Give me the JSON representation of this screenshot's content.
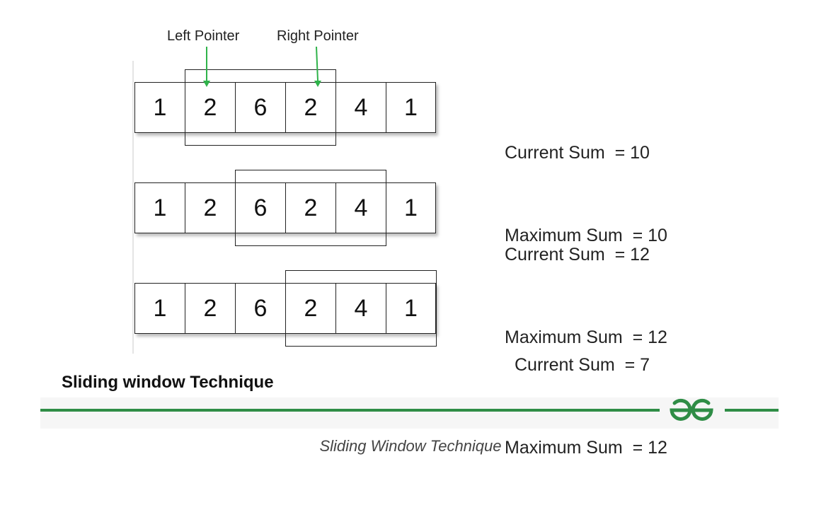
{
  "pointers": {
    "left_label": "Left Pointer",
    "right_label": "Right Pointer"
  },
  "rows": [
    {
      "cells": [
        "1",
        "2",
        "6",
        "2",
        "4",
        "1"
      ],
      "window": [
        1,
        3
      ],
      "current_sum": "Current Sum  = 10",
      "maximum_sum": "Maximum Sum  = 10"
    },
    {
      "cells": [
        "1",
        "2",
        "6",
        "2",
        "4",
        "1"
      ],
      "window": [
        2,
        4
      ],
      "current_sum": "Current Sum  = 12",
      "maximum_sum": "Maximum Sum  = 12"
    },
    {
      "cells": [
        "1",
        "2",
        "6",
        "2",
        "4",
        "1"
      ],
      "window": [
        3,
        5
      ],
      "current_sum": "Current Sum  = 7",
      "maximum_sum": "Maximum Sum  = 12"
    }
  ],
  "footer": {
    "title": "Sliding window Technique",
    "logo_icon": "geeksforgeeks-logo-icon",
    "accent_color": "#2f8d46"
  },
  "caption": "Sliding Window Technique"
}
